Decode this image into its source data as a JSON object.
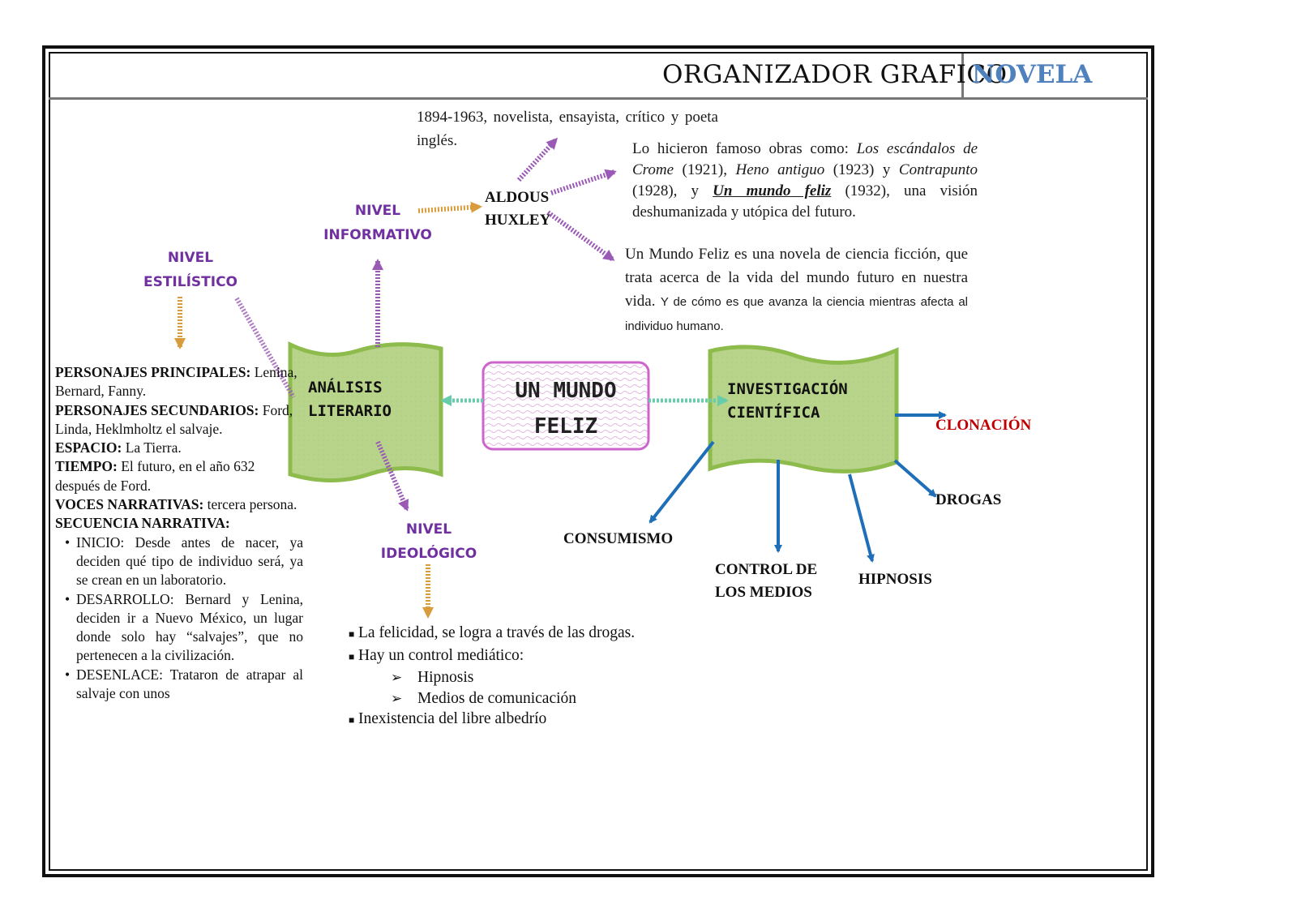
{
  "header": {
    "title": "ORGANIZADOR GRAFICO",
    "subtitle": "NOVELA"
  },
  "center": {
    "line1": "UN MUNDO",
    "line2": "FELIZ"
  },
  "banners": {
    "analisis": {
      "line1": "ANÁLISIS",
      "line2": "LITERARIO"
    },
    "investigacion": {
      "line1": "INVESTIGACIÓN",
      "line2": "CIENTÍFICA"
    }
  },
  "levels": {
    "informativo": {
      "line1": "NIVEL",
      "line2": "INFORMATIVO"
    },
    "estilistico": {
      "line1": "NIVEL",
      "line2": "ESTILÍSTICO"
    },
    "ideologico": {
      "line1": "NIVEL",
      "line2": "IDEOLÓGICO"
    }
  },
  "author": {
    "line1": "ALDOUS",
    "line2": "HUXLEY",
    "bio": "1894-1963, novelista, ensayista, crítico y poeta inglés.",
    "works_intro": "Lo hicieron famoso obras como:",
    "work1": "Los escándalos de Crome",
    "work1_year": "(1921),",
    "work2": "Heno antiguo",
    "work2_year": "(1923) y",
    "work3": "Contrapunto",
    "work3_year": "(1928), y",
    "work4": "Un mundo feliz",
    "work4_year": "(1932),",
    "works_outro": "una visión deshumanizada y utópica del futuro.",
    "summary": "Un Mundo Feliz es una novela de ciencia ficción, que trata acerca de la vida del mundo futuro en nuestra vida.",
    "summary_extra": "Y de cómo es que avanza la ciencia mientras afecta al individuo humano."
  },
  "analysis": {
    "main_label": "PERSONAJES PRINCIPALES:",
    "main_value": "Lenina, Bernard, Fanny.",
    "secondary_label": "PERSONAJES SECUNDARIOS:",
    "secondary_value": "Ford, Linda, Heklmholtz el salvaje.",
    "space_label": "ESPACIO:",
    "space_value": "La Tierra.",
    "time_label": "TIEMPO:",
    "time_value": "El futuro, en el año 632 después de Ford.",
    "voices_label": "VOCES NARRATIVAS:",
    "voices_value": "tercera persona.",
    "sequence_label": "SECUENCIA NARRATIVA:",
    "sequence": [
      "INICIO: Desde antes de nacer, ya deciden qué tipo de individuo será, ya se crean en un laboratorio.",
      "DESARROLLO: Bernard y Lenina, deciden ir a Nuevo México, un lugar donde solo hay “salvajes”, que no pertenecen a la civilización.",
      "DESENLACE: Trataron de atrapar al salvaje con unos"
    ]
  },
  "ideological": {
    "item1": "La felicidad, se logra a través de las drogas.",
    "item2": "Hay un control mediático:",
    "sub1": "Hipnosis",
    "sub2": "Medios de comunicación",
    "item3": "Inexistencia del libre albedrío"
  },
  "science": {
    "clonacion": "CLONACIÓN",
    "drogas": "DROGAS",
    "consumismo": "CONSUMISMO",
    "control_line1": "CONTROL DE",
    "control_line2": "LOS MEDIOS",
    "hipnosis": "HIPNOSIS"
  },
  "colors": {
    "purple": "#7030a0",
    "orange": "#d99c3a",
    "blue": "#1f6fb8",
    "green_fill": "#b8d48a",
    "green_border": "#8dbb4c",
    "pink": "#cc66cc",
    "teal": "#66ccaa",
    "red": "#c00000",
    "header_blue": "#4f81bd"
  }
}
